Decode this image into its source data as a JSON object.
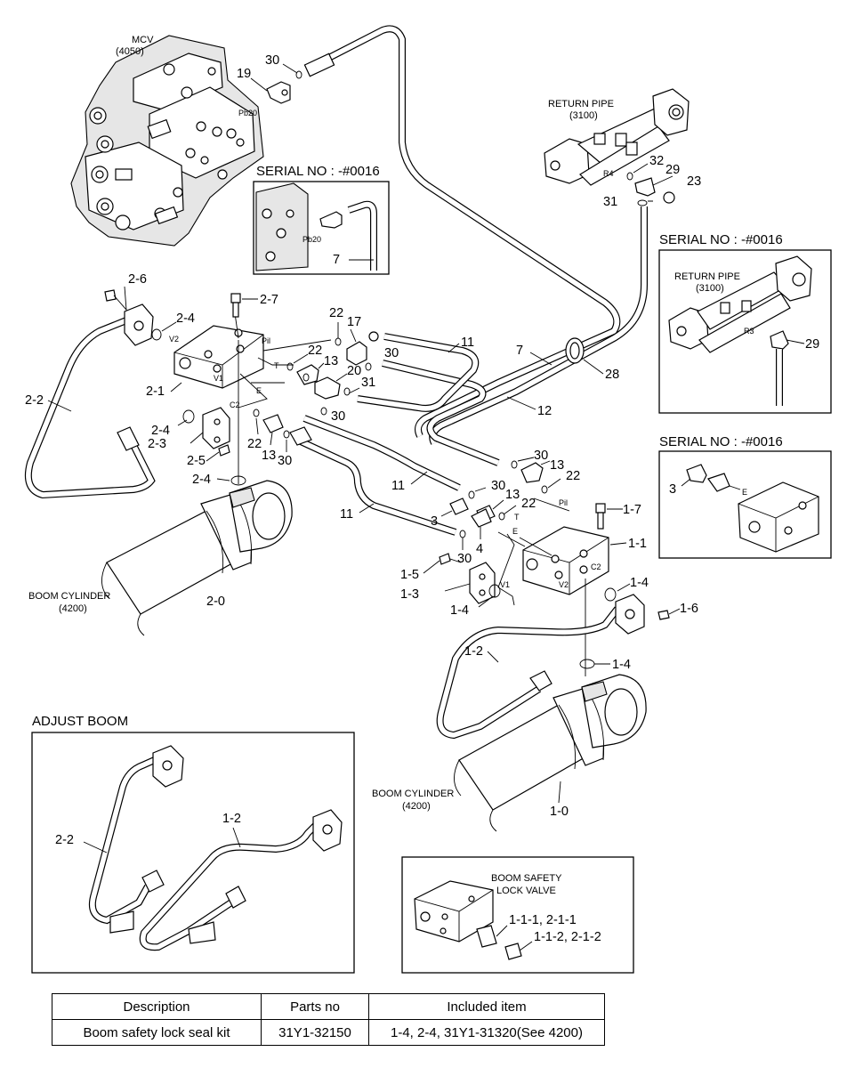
{
  "labels": {
    "mcv": "MCV",
    "mcv_no": "(4050)",
    "return_pipe": "RETURN PIPE",
    "return_pipe_no": "(3100)",
    "boom_cyl": "BOOM CYLINDER",
    "boom_cyl_no": "(4200)",
    "adjust_boom": "ADJUST BOOM",
    "safety_title_1": "BOOM SAFETY",
    "safety_title_2": "LOCK VALVE",
    "serial_no": "SERIAL NO : -#0016",
    "port_pb20": "Pb20",
    "port_pil": "Pil",
    "port_v1": "V1",
    "port_v2": "V2",
    "port_c2": "C2",
    "port_t": "T",
    "port_e": "E",
    "port_r3": "R3",
    "port_r4": "R4"
  },
  "callouts": {
    "n2_6": "2-6",
    "n2_7": "2-7",
    "n2_4": "2-4",
    "n2_2": "2-2",
    "n2_1": "2-1",
    "n2_3": "2-3",
    "n2_5": "2-5",
    "n2_0": "2-0",
    "n1_7": "1-7",
    "n1_1": "1-1",
    "n1_5": "1-5",
    "n1_3": "1-3",
    "n1_4": "1-4",
    "n1_6": "1-6",
    "n1_2": "1-2",
    "n1_0": "1-0",
    "n1_1_1": "1-1-1, 2-1-1",
    "n1_1_2": "1-1-2, 2-1-2",
    "n3": "3",
    "n4": "4",
    "n7": "7",
    "n11": "11",
    "n12": "12",
    "n13": "13",
    "n17": "17",
    "n19": "19",
    "n20": "20",
    "n22": "22",
    "n23": "23",
    "n28": "28",
    "n29": "29",
    "n30": "30",
    "n31": "31",
    "n32": "32"
  },
  "table": {
    "headers": [
      "Description",
      "Parts no",
      "Included item"
    ],
    "rows": [
      [
        "Boom safety lock seal kit",
        "31Y1-32150",
        "1-4, 2-4, 31Y1-31320(See 4200)"
      ]
    ]
  }
}
